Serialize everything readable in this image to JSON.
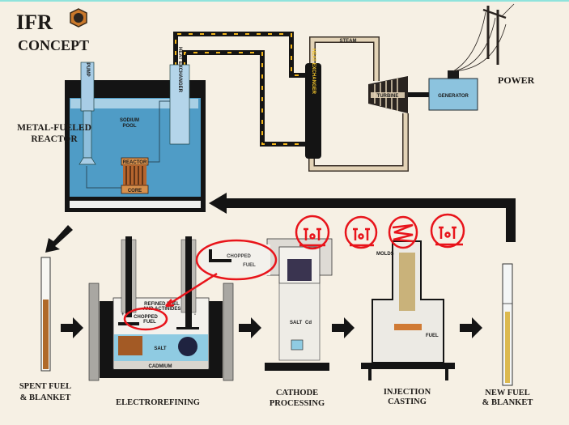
{
  "title": {
    "line1": "IFR",
    "line2": "CONCEPT"
  },
  "reactor": {
    "label_line1": "METAL-FUELED",
    "label_line2": "REACTOR",
    "pump": "PUMP",
    "sodium_pool_line1": "SODIUM",
    "sodium_pool_line2": "POOL",
    "heat_exchanger": "HEAT EXCHANGER",
    "reactor_label": "REACTOR",
    "core_label": "CORE"
  },
  "steam_cycle": {
    "heat_exchanger": "HEAT EXCHANGER",
    "steam": "STEAM",
    "turbine": "TURBINE",
    "generator": "GENERATOR",
    "power": "POWER"
  },
  "fuel_cycle": {
    "spent_fuel_line1": "SPENT FUEL",
    "spent_fuel_line2": "& BLANKET",
    "electrorefining": "ELECTROREFINING",
    "refined_fuel_line1": "REFINED FUEL",
    "refined_fuel_line2": "AND ACTINIDES",
    "chopped_fuel_line1": "CHOPPED",
    "chopped_fuel_line2": "FUEL",
    "salt": "SALT",
    "cadmium": "CADMIUM",
    "plus": "+",
    "minus": "-",
    "cathode_line1": "CATHODE",
    "cathode_line2": "PROCESSING",
    "cathode_salt": "SALT",
    "cathode_cd": "Cd",
    "injection_line1": "INJECTION",
    "injection_line2": "CASTING",
    "molds": "MOLDS",
    "fuel": "FUEL",
    "new_fuel_line1": "NEW FUEL",
    "new_fuel_line2": "& BLANKET"
  },
  "annotations": {
    "callout_line1": "CHOPPED",
    "callout_line2": "FUEL",
    "color": "#e8141b",
    "faces": [
      "crying-face",
      "crying-face",
      "scribbled-face",
      "crying-face"
    ]
  },
  "colors": {
    "background": "#f6f0e4",
    "pool": "#4f9cc6",
    "pipe_dash": "#f2b51b",
    "steam_pipe": "#e3d3b6",
    "generator": "#8cc3de",
    "core": "#c97a3c"
  }
}
